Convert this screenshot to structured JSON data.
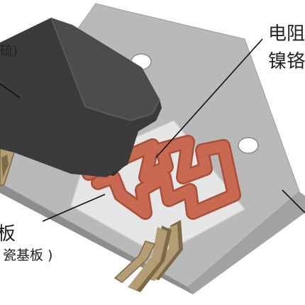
{
  "labels": {
    "cover_partial": "硫)",
    "resistor_partial_line1": "电阻",
    "resistor_partial_line2": "镍铬",
    "substrate_partial_line1": "板",
    "substrate_partial_line2": "瓷基板 )"
  },
  "colors": {
    "background": "#ffffff",
    "base_top": "#b9b9b9",
    "base_front": "#8d8d8d",
    "base_right": "#a2a2a2",
    "ceramic": "#e6e6e6",
    "ceramic_edge": "#cfcfcf",
    "resistor": "#c86a52",
    "resistor_edge": "#a84f3a",
    "cover_front": "#3b3b3b",
    "cover_top": "#4c4c4c",
    "cover_side": "#2a2a2a",
    "terminal_face": "#b49d74",
    "terminal_edge": "#7d6a48",
    "hole": "#ffffff",
    "leader": "#111111",
    "text": "#222222"
  }
}
